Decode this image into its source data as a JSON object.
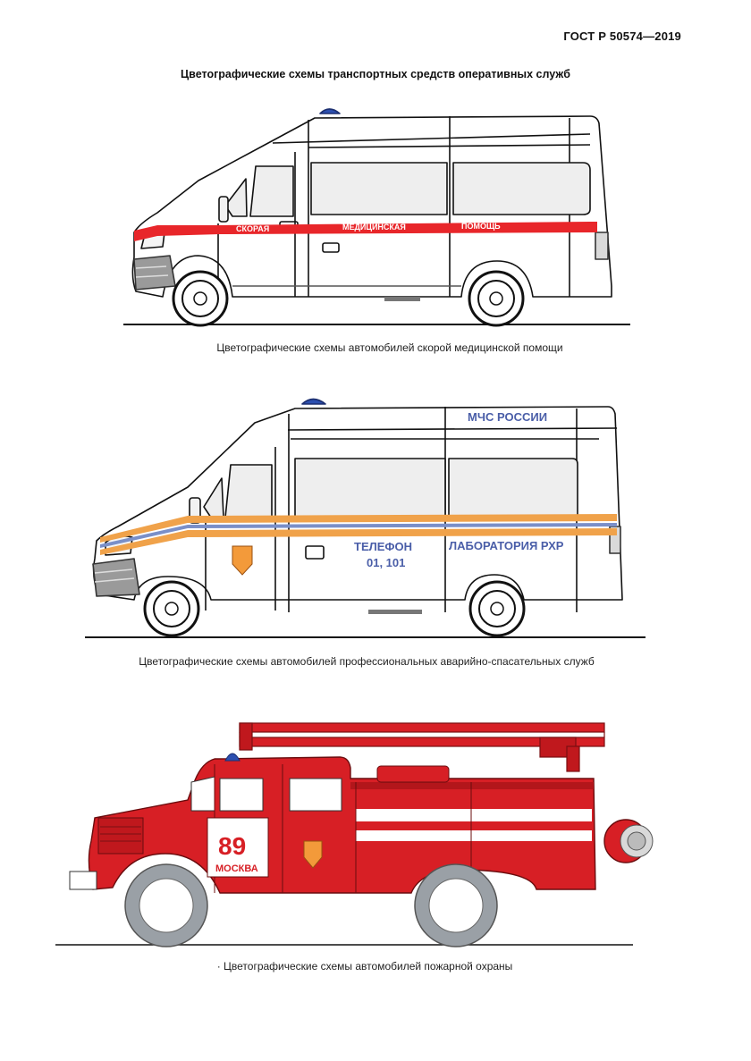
{
  "header": {
    "standard": "ГОСТ Р 50574—2019"
  },
  "page": {
    "title": "Цветографические схемы транспортных средств оперативных служб"
  },
  "ambulance": {
    "caption": "Цветографические схемы автомобилей скорой медицинской помощи",
    "stripe_words": [
      "СКОРАЯ",
      "МЕДИЦИНСКАЯ",
      "ПОМОЩЬ"
    ],
    "colors": {
      "stripe": "#e8262a",
      "beacon": "#2c4fb0",
      "body": "#ffffff",
      "outline": "#111111"
    }
  },
  "rescue": {
    "caption": "Цветографические схемы автомобилей профессиональных аварийно-спасательных служб",
    "roof_text": "МЧС РОССИИ",
    "phone_label": "ТЕЛЕФОН",
    "phone_numbers": "01, 101",
    "side_text": "ЛАБОРАТОРИЯ РХР",
    "colors": {
      "stripe_orange": "#f0a24a",
      "stripe_blue": "#7a8fc8",
      "text": "#4a5ea8",
      "emblem": "#f39a3a"
    }
  },
  "fire": {
    "caption": "· Цветографические схемы автомобилей пожарной охраны",
    "unit_number": "89",
    "city": "МОСКВА",
    "colors": {
      "body": "#d71f25",
      "stripe": "#ffffff",
      "number": "#d71f25",
      "emblem": "#f39a3a",
      "tire": "#9aa0a6"
    }
  }
}
